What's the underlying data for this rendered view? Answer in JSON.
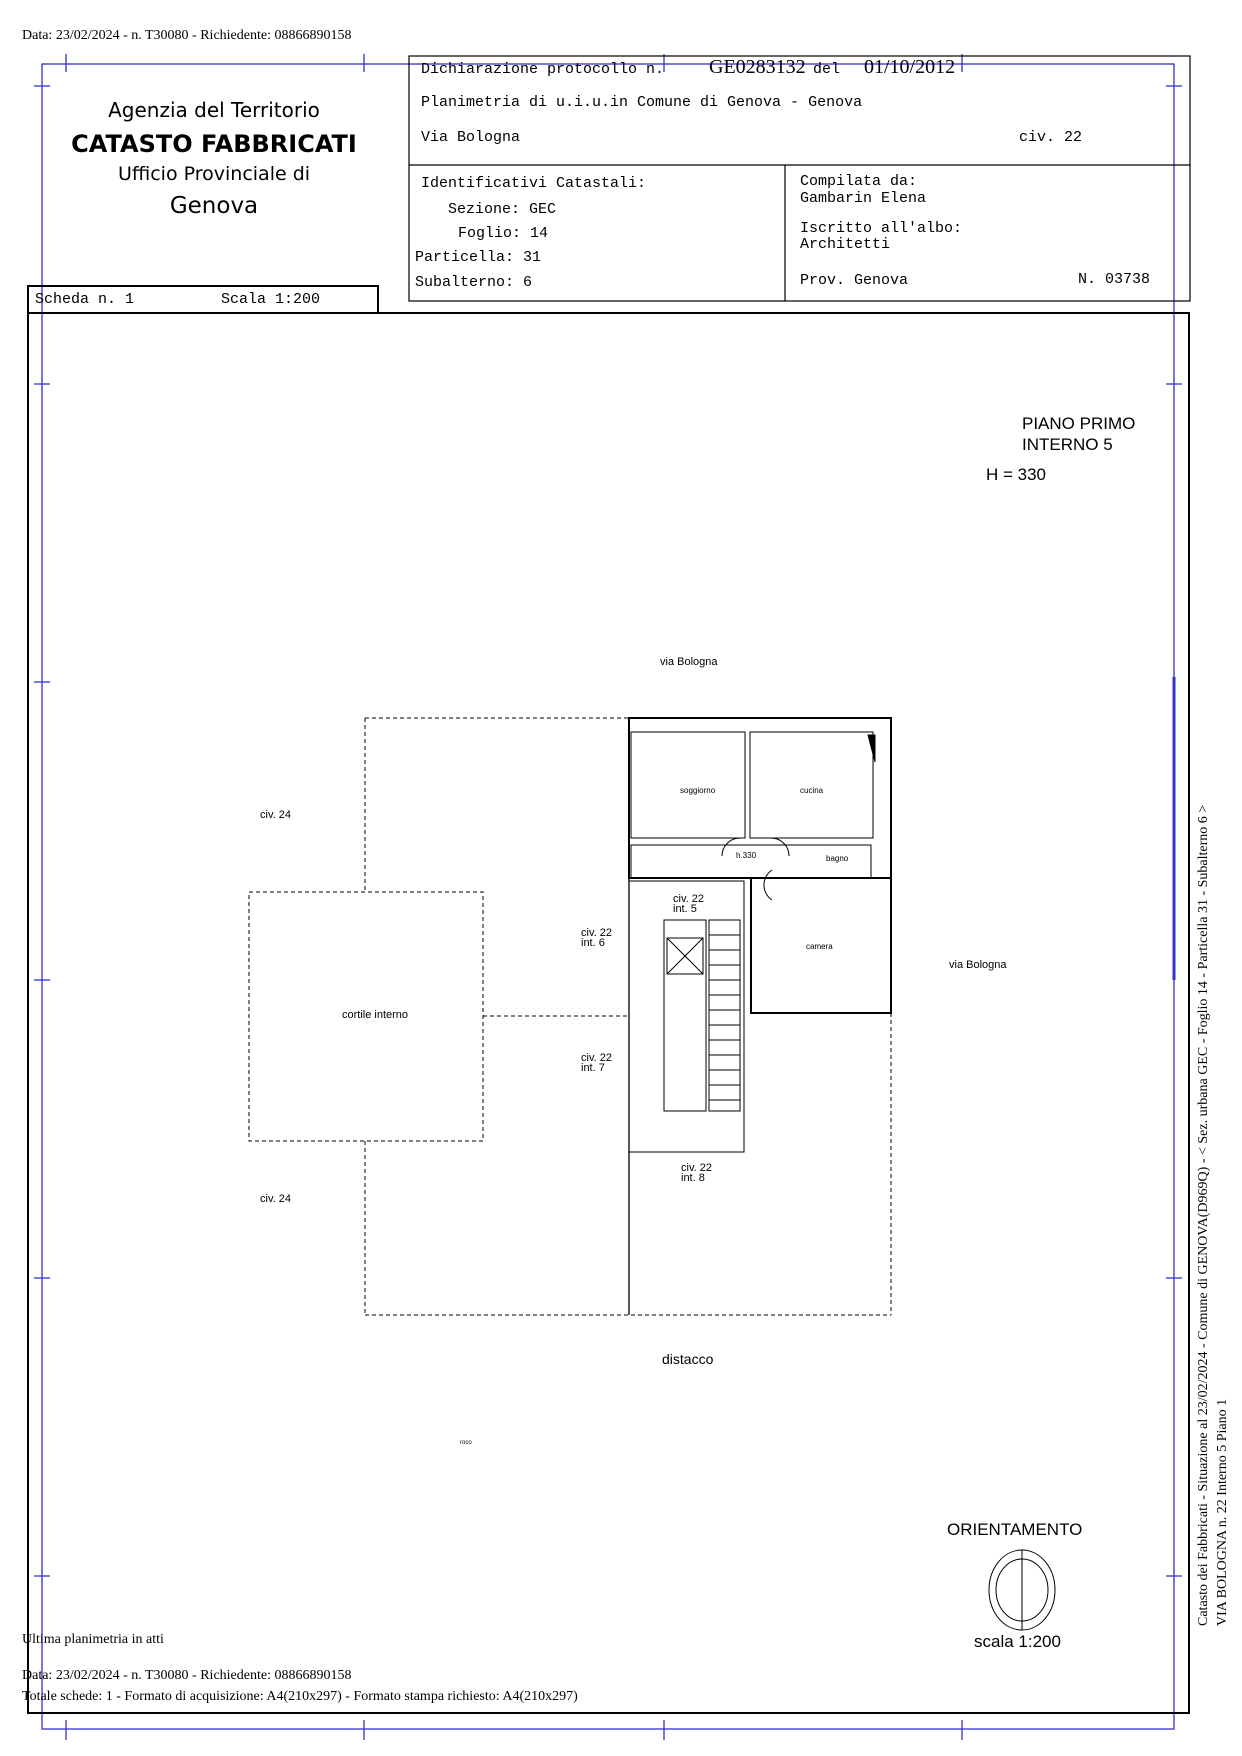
{
  "top_line": "Data: 23/02/2024 - n. T30080 - Richiedente: 08866890158",
  "left_header": {
    "agency": "Agenzia del Territorio",
    "catasto": "CATASTO FABBRICATI",
    "office": "Ufficio Provinciale di",
    "city": "Genova"
  },
  "header": {
    "decl_label": "Dichiarazione protocollo n.",
    "protocol": "GE0283132",
    "del_label": "del",
    "date": "01/10/2012",
    "planimetria": "Planimetria di u.i.u.in Comune di Genova - Genova",
    "street": "Via Bologna",
    "civ": "civ. 22"
  },
  "ident": {
    "title": "Identificativi Catastali:",
    "sezione": "Sezione: GEC",
    "foglio": "Foglio: 14",
    "particella": "Particella: 31",
    "subalterno": "Subalterno: 6"
  },
  "compiler": {
    "label": "Compilata da:",
    "name": "Gambarin Elena",
    "albo_label": "Iscritto all'albo:",
    "albo": "Architetti",
    "prov": "Prov. Genova",
    "number": "N. 03738"
  },
  "scheda": {
    "sheet": "Scheda n. 1",
    "scale": "Scala 1:200"
  },
  "plan": {
    "floor": "PIANO PRIMO",
    "interno": "INTERNO 5",
    "height": "H = 330",
    "street_top": "via Bologna",
    "street_right": "via Bologna",
    "soggiorno": "soggiorno",
    "cucina": "cucina",
    "hall": "h.330",
    "bagno": "bagno",
    "camera": "camera",
    "int5a": "civ. 22",
    "int5b": "int. 5",
    "int6a": "civ. 22",
    "int6b": "int. 6",
    "int7a": "civ. 22",
    "int7b": "int. 7",
    "int8a": "civ. 22",
    "int8b": "int. 8",
    "civ24a": "civ. 24",
    "civ24b": "civ. 24",
    "cortile": "cortile interno",
    "distacco": "distacco",
    "small": "roco"
  },
  "orientation": {
    "label": "ORIENTAMENTO",
    "scale": "scala 1:200"
  },
  "footer": {
    "last": "Ultima planimetria in atti",
    "data": "Data: 23/02/2024 - n. T30080 - Richiedente: 08866890158",
    "totale": "Totale schede: 1 - Formato di acquisizione: A4(210x297)  - Formato stampa richiesto: A4(210x297)"
  },
  "side": {
    "line1": "Catasto dei Fabbricati - Situazione al 23/02/2024 - Comune di GENOVA(D969Q) - < Sez. urbana GEC - Foglio 14 - Particella 31 - Subalterno 6 >",
    "line2": "VIA BOLOGNA n. 22  Interno 5 Piano 1"
  }
}
